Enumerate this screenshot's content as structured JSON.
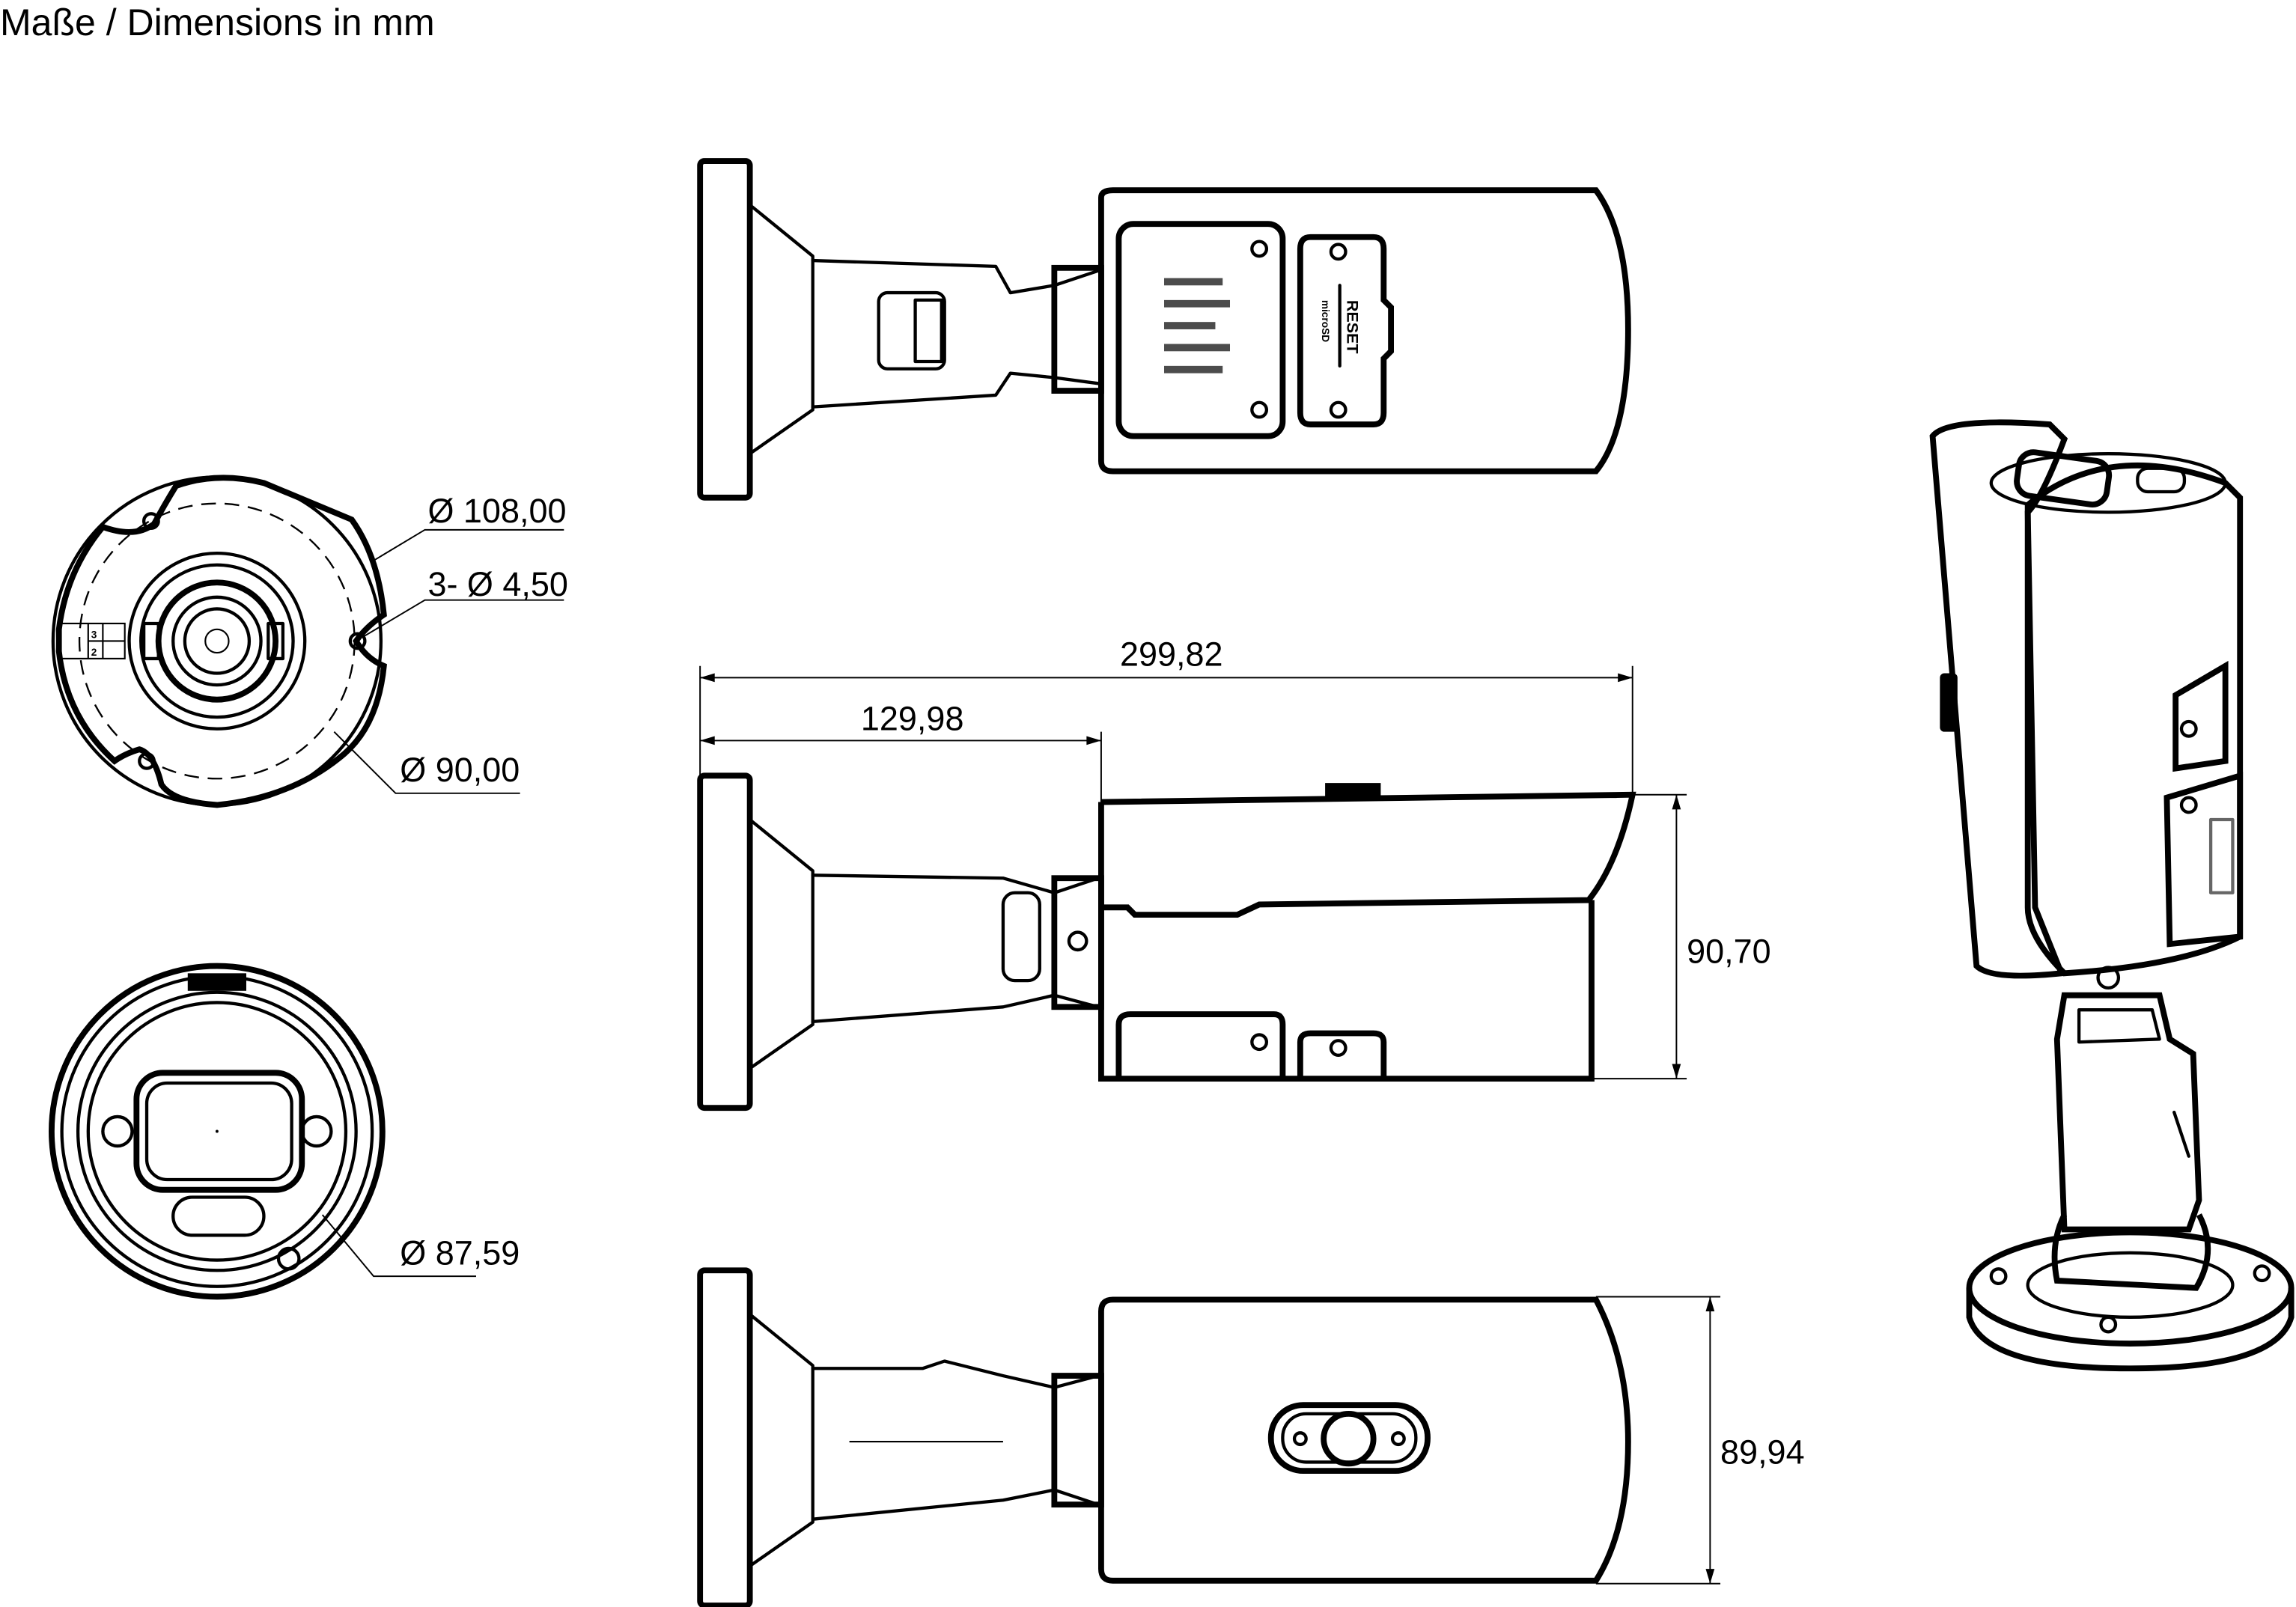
{
  "title": "Maße / Dimensions in mm",
  "dimensions": {
    "mount_plate_diameter": "Ø 108,00",
    "mount_holes": "3- Ø 4,50",
    "hole_circle_diameter": "Ø 90,00",
    "front_diameter": "Ø 87,59",
    "total_length": "299,82",
    "mount_to_body_length": "129,98",
    "side_height": "90,70",
    "bottom_width": "89,94"
  },
  "labels": {
    "reset": "RESET",
    "microsd": "microSD",
    "terminal_2": "2",
    "terminal_3": "3"
  }
}
